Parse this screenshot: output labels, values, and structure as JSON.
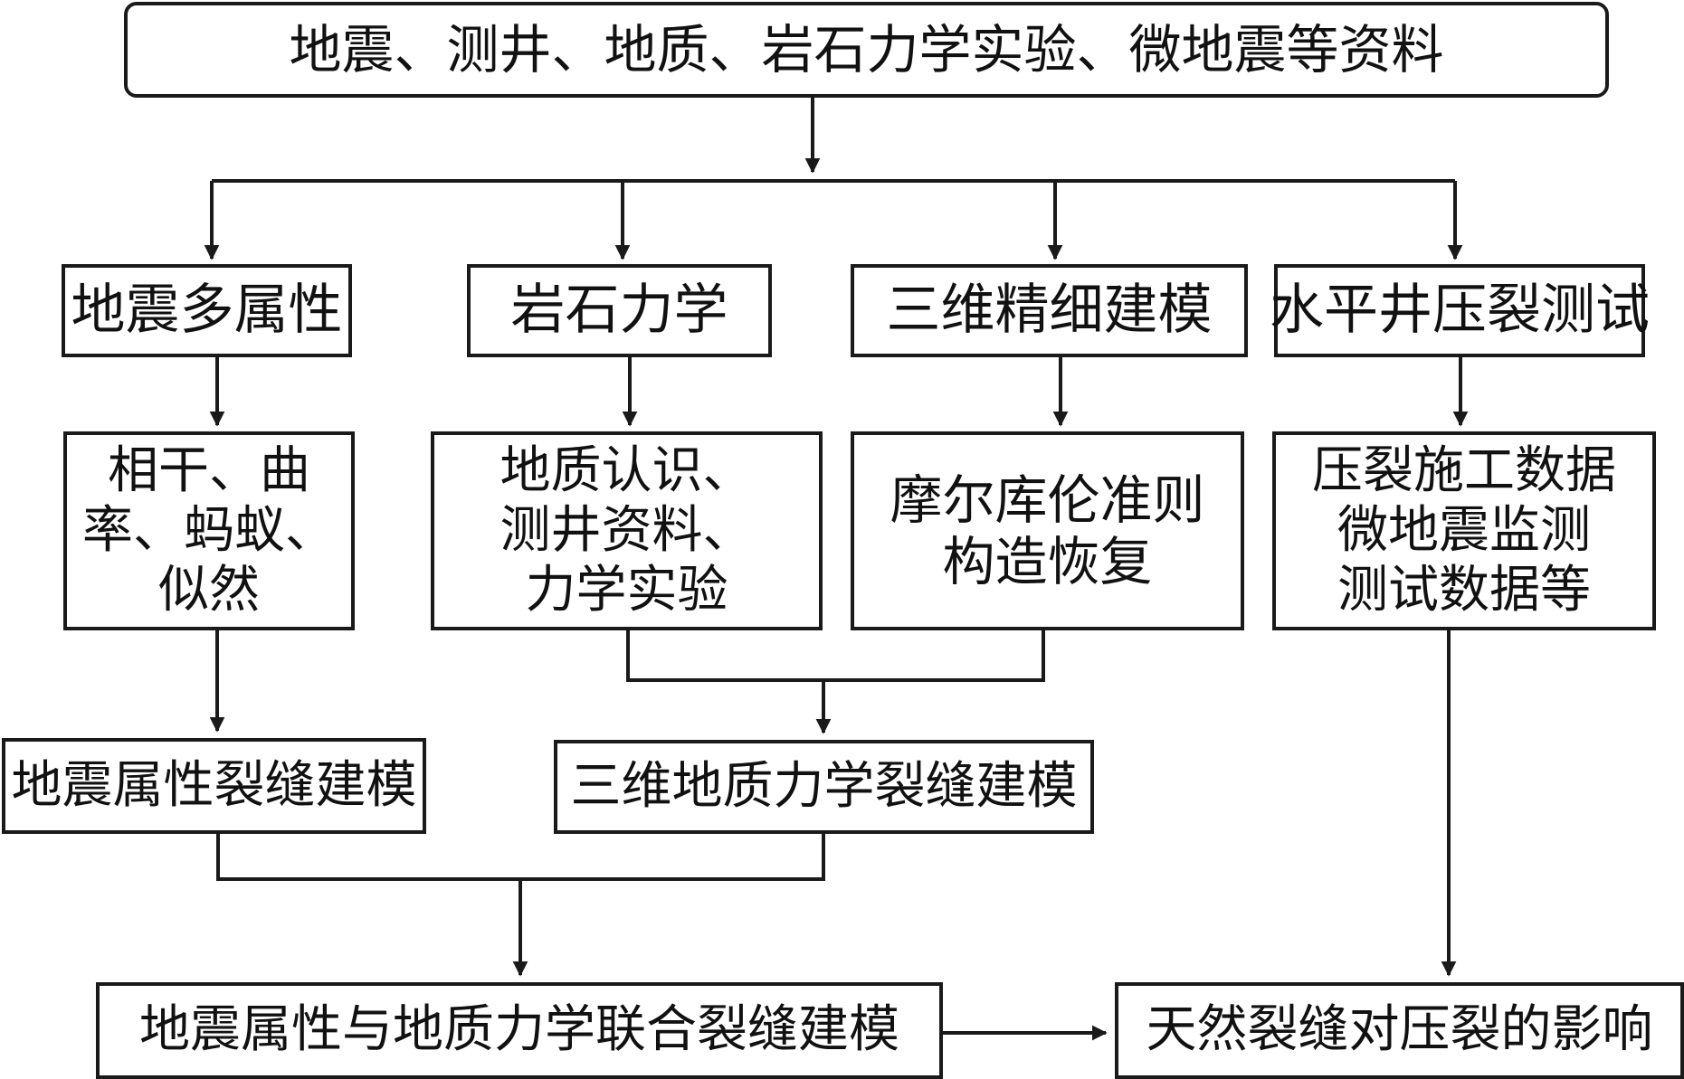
{
  "nodes": {
    "top": "地震、测井、地质、岩石力学实验、微地震等资料",
    "seis_attr": "地震多属性",
    "rock_mech": "岩石力学",
    "fine_model": "三维精细建模",
    "hf_test": "水平井压裂测试",
    "attr_list": [
      "相干、曲",
      "率、蚂蚁、",
      "似然"
    ],
    "geo_list": [
      "地质认识、",
      "测井资料、",
      "力学实验"
    ],
    "mohr": [
      "摩尔库伦准则",
      "构造恢复"
    ],
    "frac_data": [
      "压裂施工数据",
      "微地震监测",
      "测试数据等"
    ],
    "attr_frac_model": "地震属性裂缝建模",
    "geomech_frac_model": "三维地质力学裂缝建模",
    "joint_model": "地震属性与地质力学联合裂缝建模",
    "impact": "天然裂缝对压裂的影响"
  }
}
